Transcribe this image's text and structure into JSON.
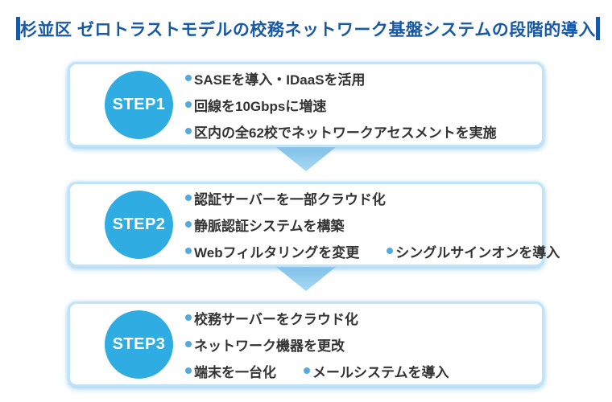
{
  "page": {
    "title": "杉並区 ゼロトラストモデルの校務ネットワーク基盤システムの段階的導入"
  },
  "colors": {
    "title_blue": "#1759a4",
    "step_circle_blue": "#2face2",
    "bullet_blue": "#55aadd",
    "box_border_blue": "#bfe3f7",
    "arrow_blue_top": "#7fc2e9",
    "arrow_blue_bottom": "#a9d8f3",
    "body_text": "#333333",
    "background": "#ffffff"
  },
  "steps": [
    {
      "label": "STEP1",
      "rows": [
        [
          "SASEを導入・IDaaSを活用"
        ],
        [
          "回線を10Gbpsに増速"
        ],
        [
          "区内の全62校でネットワークアセスメントを実施"
        ]
      ]
    },
    {
      "label": "STEP2",
      "rows": [
        [
          "認証サーバーを一部クラウド化"
        ],
        [
          "静脈認証システムを構築"
        ],
        [
          "Webフィルタリングを変更",
          "シングルサインオンを導入"
        ]
      ]
    },
    {
      "label": "STEP3",
      "rows": [
        [
          "校務サーバーをクラウド化"
        ],
        [
          "ネットワーク機器を更改"
        ],
        [
          "端末を一台化",
          "メールシステムを導入"
        ]
      ]
    }
  ]
}
